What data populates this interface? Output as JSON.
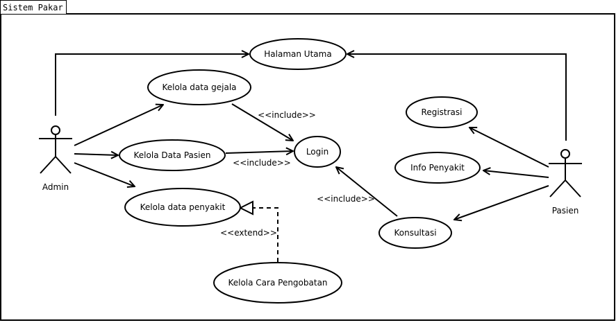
{
  "system": {
    "title": "Sistem Pakar"
  },
  "actors": {
    "admin": {
      "label": "Admin"
    },
    "pasien": {
      "label": "Pasien"
    }
  },
  "use_cases": {
    "halaman_utama": "Halaman Utama",
    "kelola_gejala": "Kelola data gejala",
    "kelola_pasien": "Kelola Data Pasien",
    "kelola_penyakit": "Kelola data penyakit",
    "kelola_pengobatan": "Kelola Cara Pengobatan",
    "login": "Login",
    "registrasi": "Registrasi",
    "info_penyakit": "Info Penyakit",
    "konsultasi": "Konsultasi"
  },
  "relations": {
    "include_gejala": "<<include>>",
    "include_pasien": "<<include>>",
    "include_konsultasi": "<<include>>",
    "extend_pengobatan": "<<extend>>"
  }
}
